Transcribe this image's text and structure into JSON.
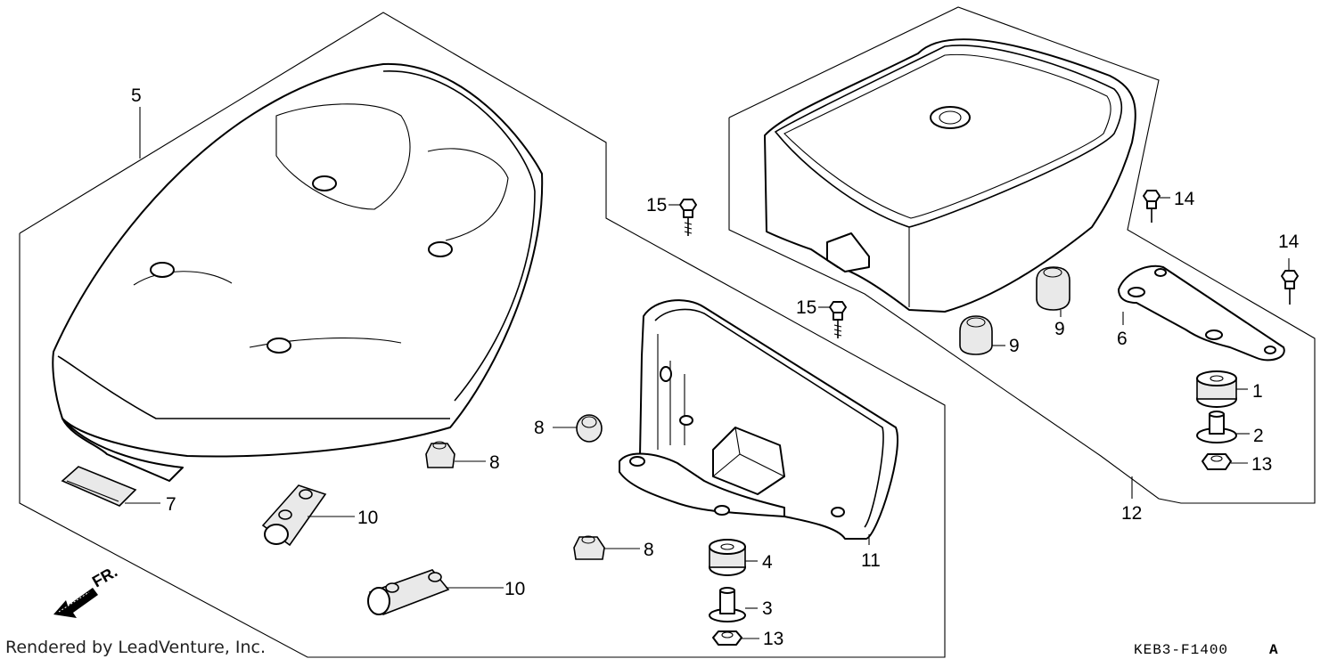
{
  "credit": "Rendered by LeadVenture, Inc.",
  "diagram_code": "KEB3-F1400",
  "diagram_code_suffix": "A",
  "front_marker": "FR.",
  "callouts": {
    "c1": "1",
    "c2": "2",
    "c3": "3",
    "c4": "4",
    "c5": "5",
    "c6": "6",
    "c7": "7",
    "c8a": "8",
    "c8b": "8",
    "c8c": "8",
    "c9a": "9",
    "c9b": "9",
    "c10a": "10",
    "c10b": "10",
    "c11": "11",
    "c12": "12",
    "c13a": "13",
    "c13b": "13",
    "c14a": "14",
    "c14b": "14",
    "c15a": "15",
    "c15b": "15"
  }
}
